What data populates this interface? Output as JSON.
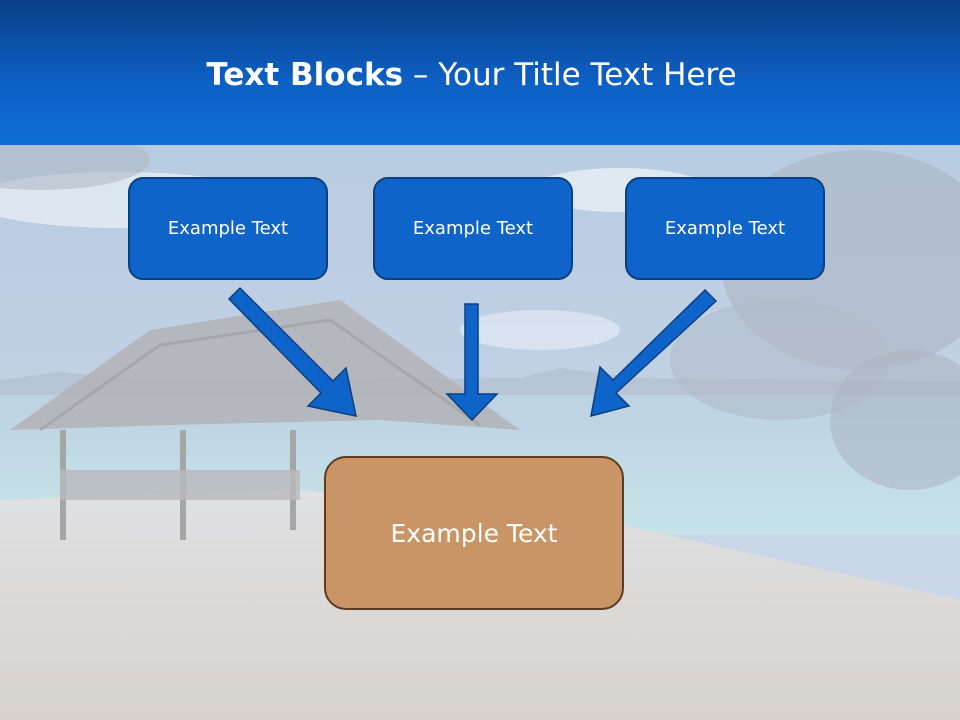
{
  "slide": {
    "title_bold": "Text Blocks",
    "title_dash": " – ",
    "title_rest": "Your Title Text Here"
  },
  "blocks": {
    "top": [
      {
        "label": "Example Text"
      },
      {
        "label": "Example Text"
      },
      {
        "label": "Example Text"
      }
    ],
    "bottom": {
      "label": "Example Text"
    }
  },
  "colors": {
    "header": "#0d5fc3",
    "box_fill": "#0f64c9",
    "box_border": "#0b3f80",
    "target_fill": "#c99566",
    "target_border": "#5e3b1e",
    "arrow_fill": "#0f64c9"
  },
  "icons": {
    "arrows": [
      "arrow-down-right-icon",
      "arrow-down-icon",
      "arrow-down-left-icon"
    ]
  }
}
